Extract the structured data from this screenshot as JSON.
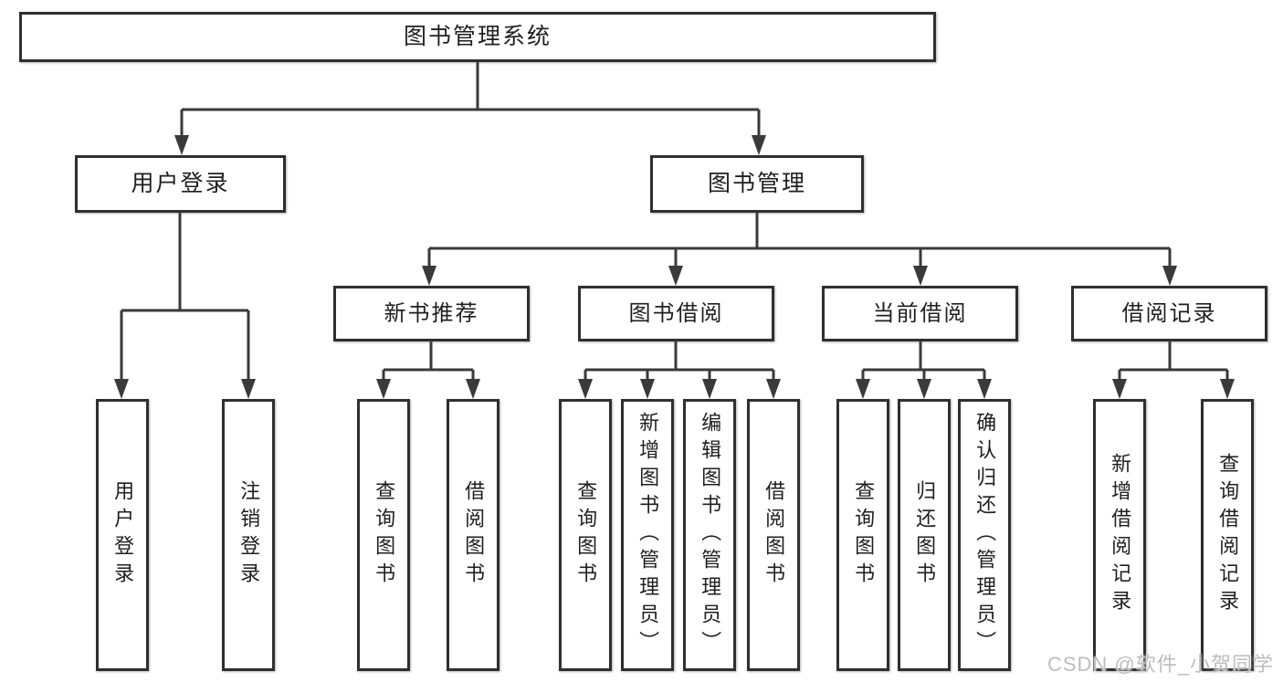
{
  "diagram_title": "图书管理系统",
  "nodes": {
    "root": "图书管理系统",
    "user_login": "用户登录",
    "book_mgmt": "图书管理",
    "new_book_rec": "新书推荐",
    "book_borrow": "图书借阅",
    "current_borrow": "当前借阅",
    "borrow_records": "借阅记录",
    "leaf_user_login": "用户登录",
    "leaf_logout": "注销登录",
    "leaf_nb_query": "查询图书",
    "leaf_nb_borrow": "借阅图书",
    "leaf_bb_query": "查询图书",
    "leaf_bb_add": "新增图书（管理员）",
    "leaf_bb_edit": "编辑图书（管理员）",
    "leaf_bb_borrow": "借阅图书",
    "leaf_cb_query": "查询图书",
    "leaf_cb_return": "归还图书",
    "leaf_cb_confirm": "确认归还（管理员）",
    "leaf_br_add": "新增借阅记录",
    "leaf_br_query": "查询借阅记录"
  },
  "hierarchy": {
    "图书管理系统": {
      "用户登录": [
        "用户登录",
        "注销登录"
      ],
      "图书管理": {
        "新书推荐": [
          "查询图书",
          "借阅图书"
        ],
        "图书借阅": [
          "查询图书",
          "新增图书（管理员）",
          "编辑图书（管理员）",
          "借阅图书"
        ],
        "当前借阅": [
          "查询图书",
          "归还图书",
          "确认归还（管理员）"
        ],
        "借阅记录": [
          "新增借阅记录",
          "查询借阅记录"
        ]
      }
    }
  },
  "watermark": {
    "text": "CSDN @软件_小贺同学"
  },
  "colors": {
    "line": "#3a3a3a",
    "ink": "#1f1f1f",
    "border": "#2f2f2f",
    "watermark": "#bdbdbd",
    "bg": "#ffffff"
  }
}
